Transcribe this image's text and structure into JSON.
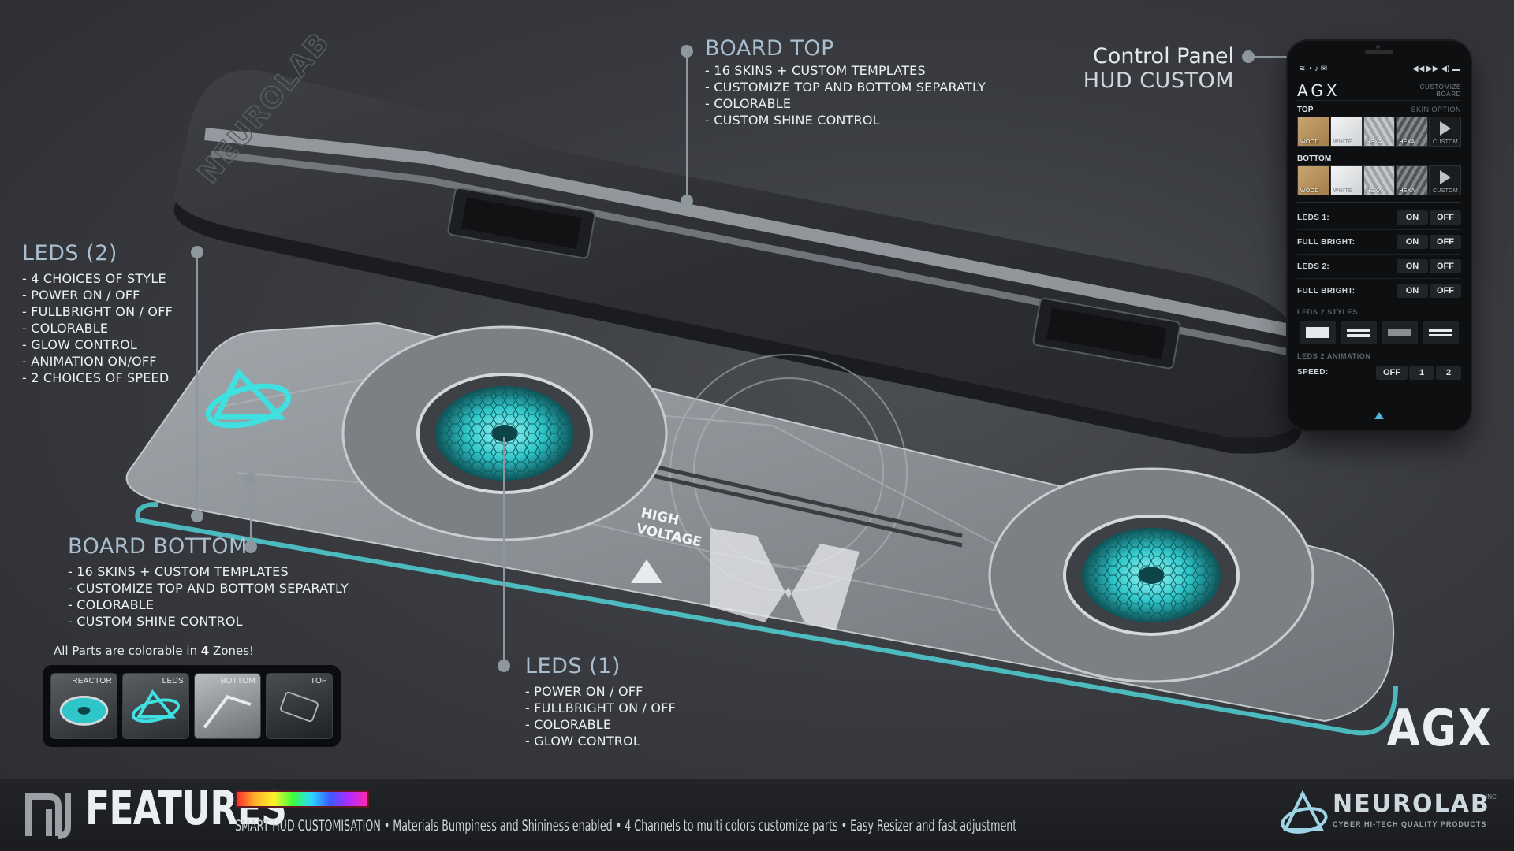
{
  "callouts": {
    "board_top": {
      "title": "BOARD TOP",
      "items": [
        "- 16 SKINS + CUSTOM TEMPLATES",
        "- CUSTOMIZE TOP AND BOTTOM SEPARATLY",
        "- COLORABLE",
        "- CUSTOM SHINE CONTROL"
      ]
    },
    "control_panel": {
      "line1": "Control Panel",
      "line2": "HUD CUSTOM"
    },
    "leds2": {
      "title": "LEDS (2)",
      "items": [
        "- 4 CHOICES OF STYLE",
        "- POWER ON / OFF",
        "- FULLBRIGHT ON / OFF",
        "- COLORABLE",
        "- GLOW CONTROL",
        "- ANIMATION ON/OFF",
        "- 2 CHOICES OF SPEED"
      ]
    },
    "board_bottom": {
      "title": "BOARD BOTTOM",
      "items": [
        "- 16 SKINS + CUSTOM TEMPLATES",
        "- CUSTOMIZE TOP AND BOTTOM SEPARATLY",
        "- COLORABLE",
        "- CUSTOM SHINE CONTROL"
      ]
    },
    "leds1": {
      "title": "LEDS (1)",
      "items": [
        "- POWER ON / OFF",
        "- FULLBRIGHT ON / OFF",
        "- COLORABLE",
        "- GLOW CONTROL"
      ]
    }
  },
  "zones_note": {
    "prefix": "All Parts are colorable in ",
    "count": "4",
    "suffix": " Zones!"
  },
  "zones": [
    "REACTOR",
    "LEDS",
    "BOTTOM",
    "TOP"
  ],
  "brand_big": "AGX",
  "board_texts": {
    "top_logo": "NEUROLAB",
    "high_voltage_line1": "HIGH",
    "high_voltage_line2": "VOLTAGE"
  },
  "hud": {
    "status_left": "≋ ◔ ♪ ✉",
    "status_right": "◀◀ ▶▶ ◀) ▬",
    "logo": "AGX",
    "customize_line1": "CUSTOMIZE",
    "customize_line2": "BOARD",
    "top_label": "TOP",
    "skin_option": "SKIN OPTION",
    "bottom_label": "BOTTOM",
    "skins": [
      {
        "label": "WOOD",
        "kind": "wood"
      },
      {
        "label": "WHITE",
        "kind": "white"
      },
      {
        "label": "HEXA",
        "kind": "hexa"
      },
      {
        "label": "HEXA",
        "kind": "hexa2"
      },
      {
        "label": "CUSTOM",
        "kind": "custom"
      }
    ],
    "toggles": [
      {
        "label": "LEDS 1:",
        "on": "ON",
        "off": "OFF"
      },
      {
        "label": "FULL BRIGHT:",
        "on": "ON",
        "off": "OFF"
      },
      {
        "label": "LEDS 2:",
        "on": "ON",
        "off": "OFF"
      },
      {
        "label": "FULL BRIGHT:",
        "on": "ON",
        "off": "OFF"
      }
    ],
    "leds2_styles_label": "LEDS 2 STYLES",
    "leds2_animation_label": "LEDS 2 ANIMATION",
    "speed_label": "SPEED:",
    "speed_options": [
      "OFF",
      "1",
      "2"
    ]
  },
  "footer": {
    "features": "FEATURES",
    "tagline": "SMART HUD CUSTOMISATION  •  Materials Bumpiness and Shininess enabled  •  4 Channels to multi colors customize parts  •  Easy Resizer and fast adjustment",
    "brand_name": "NEUROLAB",
    "brand_inc": "INC",
    "brand_sub": "CYBER HI-TECH QUALITY PRODUCTS"
  },
  "colors": {
    "accent_cyan": "#3fe0e0",
    "led_glow": "#54e6ea",
    "callout_title": "#a9bfd0",
    "board_top": "#2e3034",
    "board_bottom": "#8e9398"
  }
}
